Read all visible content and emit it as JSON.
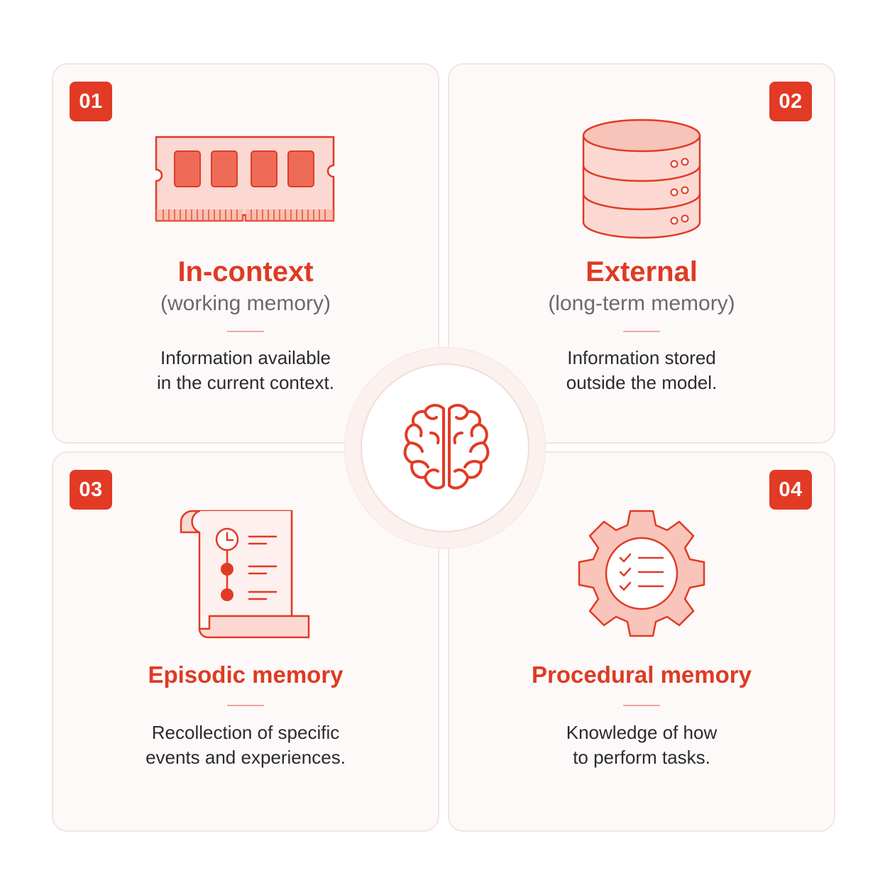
{
  "colors": {
    "accent": "#e23a25",
    "accent_light": "#f9d3cc",
    "card_background": "#fdf9f9",
    "title_text": "#dd3b23",
    "subtitle_text": "#6a6a6a",
    "body_text": "#2b2b2b"
  },
  "center": {
    "icon": "brain-icon"
  },
  "cards": [
    {
      "number": "01",
      "icon": "memory-chip-icon",
      "title": "In-context",
      "subtitle": "(working memory)",
      "description": [
        "Information available",
        "in the current context."
      ]
    },
    {
      "number": "02",
      "icon": "database-icon",
      "title": "External",
      "subtitle": "(long-term memory)",
      "description": [
        "Information stored",
        "outside the model."
      ]
    },
    {
      "number": "03",
      "icon": "timeline-scroll-icon",
      "title": "Episodic memory",
      "subtitle": "",
      "description": [
        "Recollection of specific",
        "events and experiences."
      ]
    },
    {
      "number": "04",
      "icon": "gear-checklist-icon",
      "title": "Procedural memory",
      "subtitle": "",
      "description": [
        "Knowledge of how",
        "to perform tasks."
      ]
    }
  ]
}
